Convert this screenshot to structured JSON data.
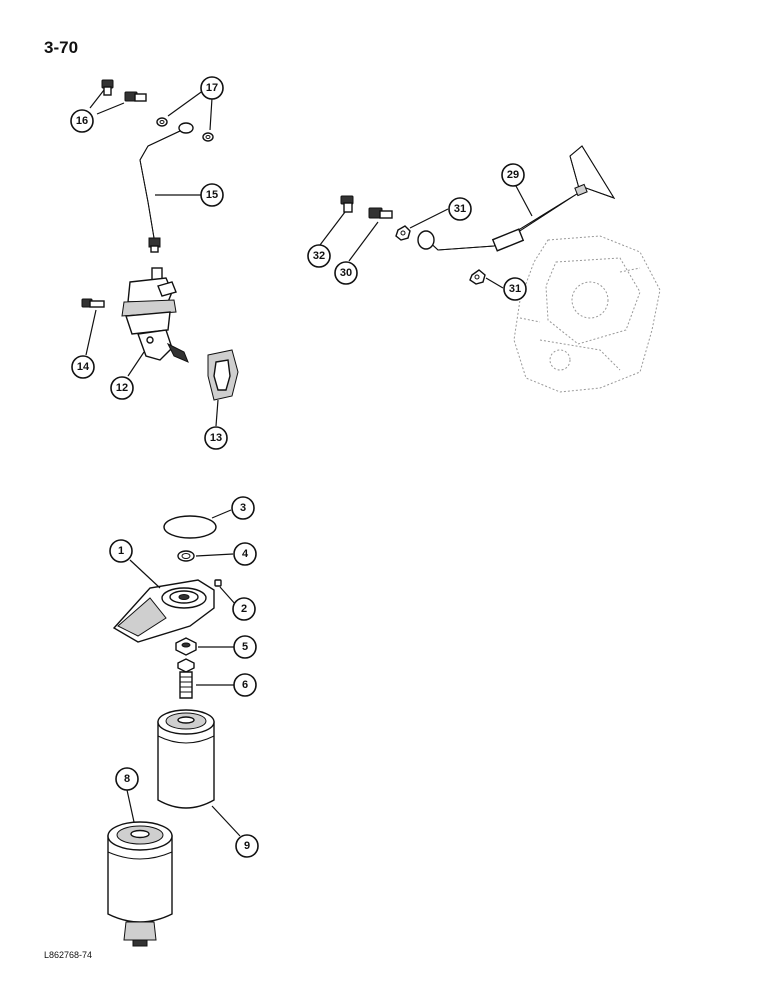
{
  "page_number": "3-70",
  "figure_code": "L862768-74",
  "callouts": {
    "c1": "1",
    "c2": "2",
    "c3": "3",
    "c4": "4",
    "c5": "5",
    "c6": "6",
    "c8": "8",
    "c9": "9",
    "c12": "12",
    "c13": "13",
    "c14": "14",
    "c15": "15",
    "c16": "16",
    "c17": "17",
    "c29": "29",
    "c30": "30",
    "c31a": "31",
    "c31b": "31",
    "c32": "32"
  }
}
